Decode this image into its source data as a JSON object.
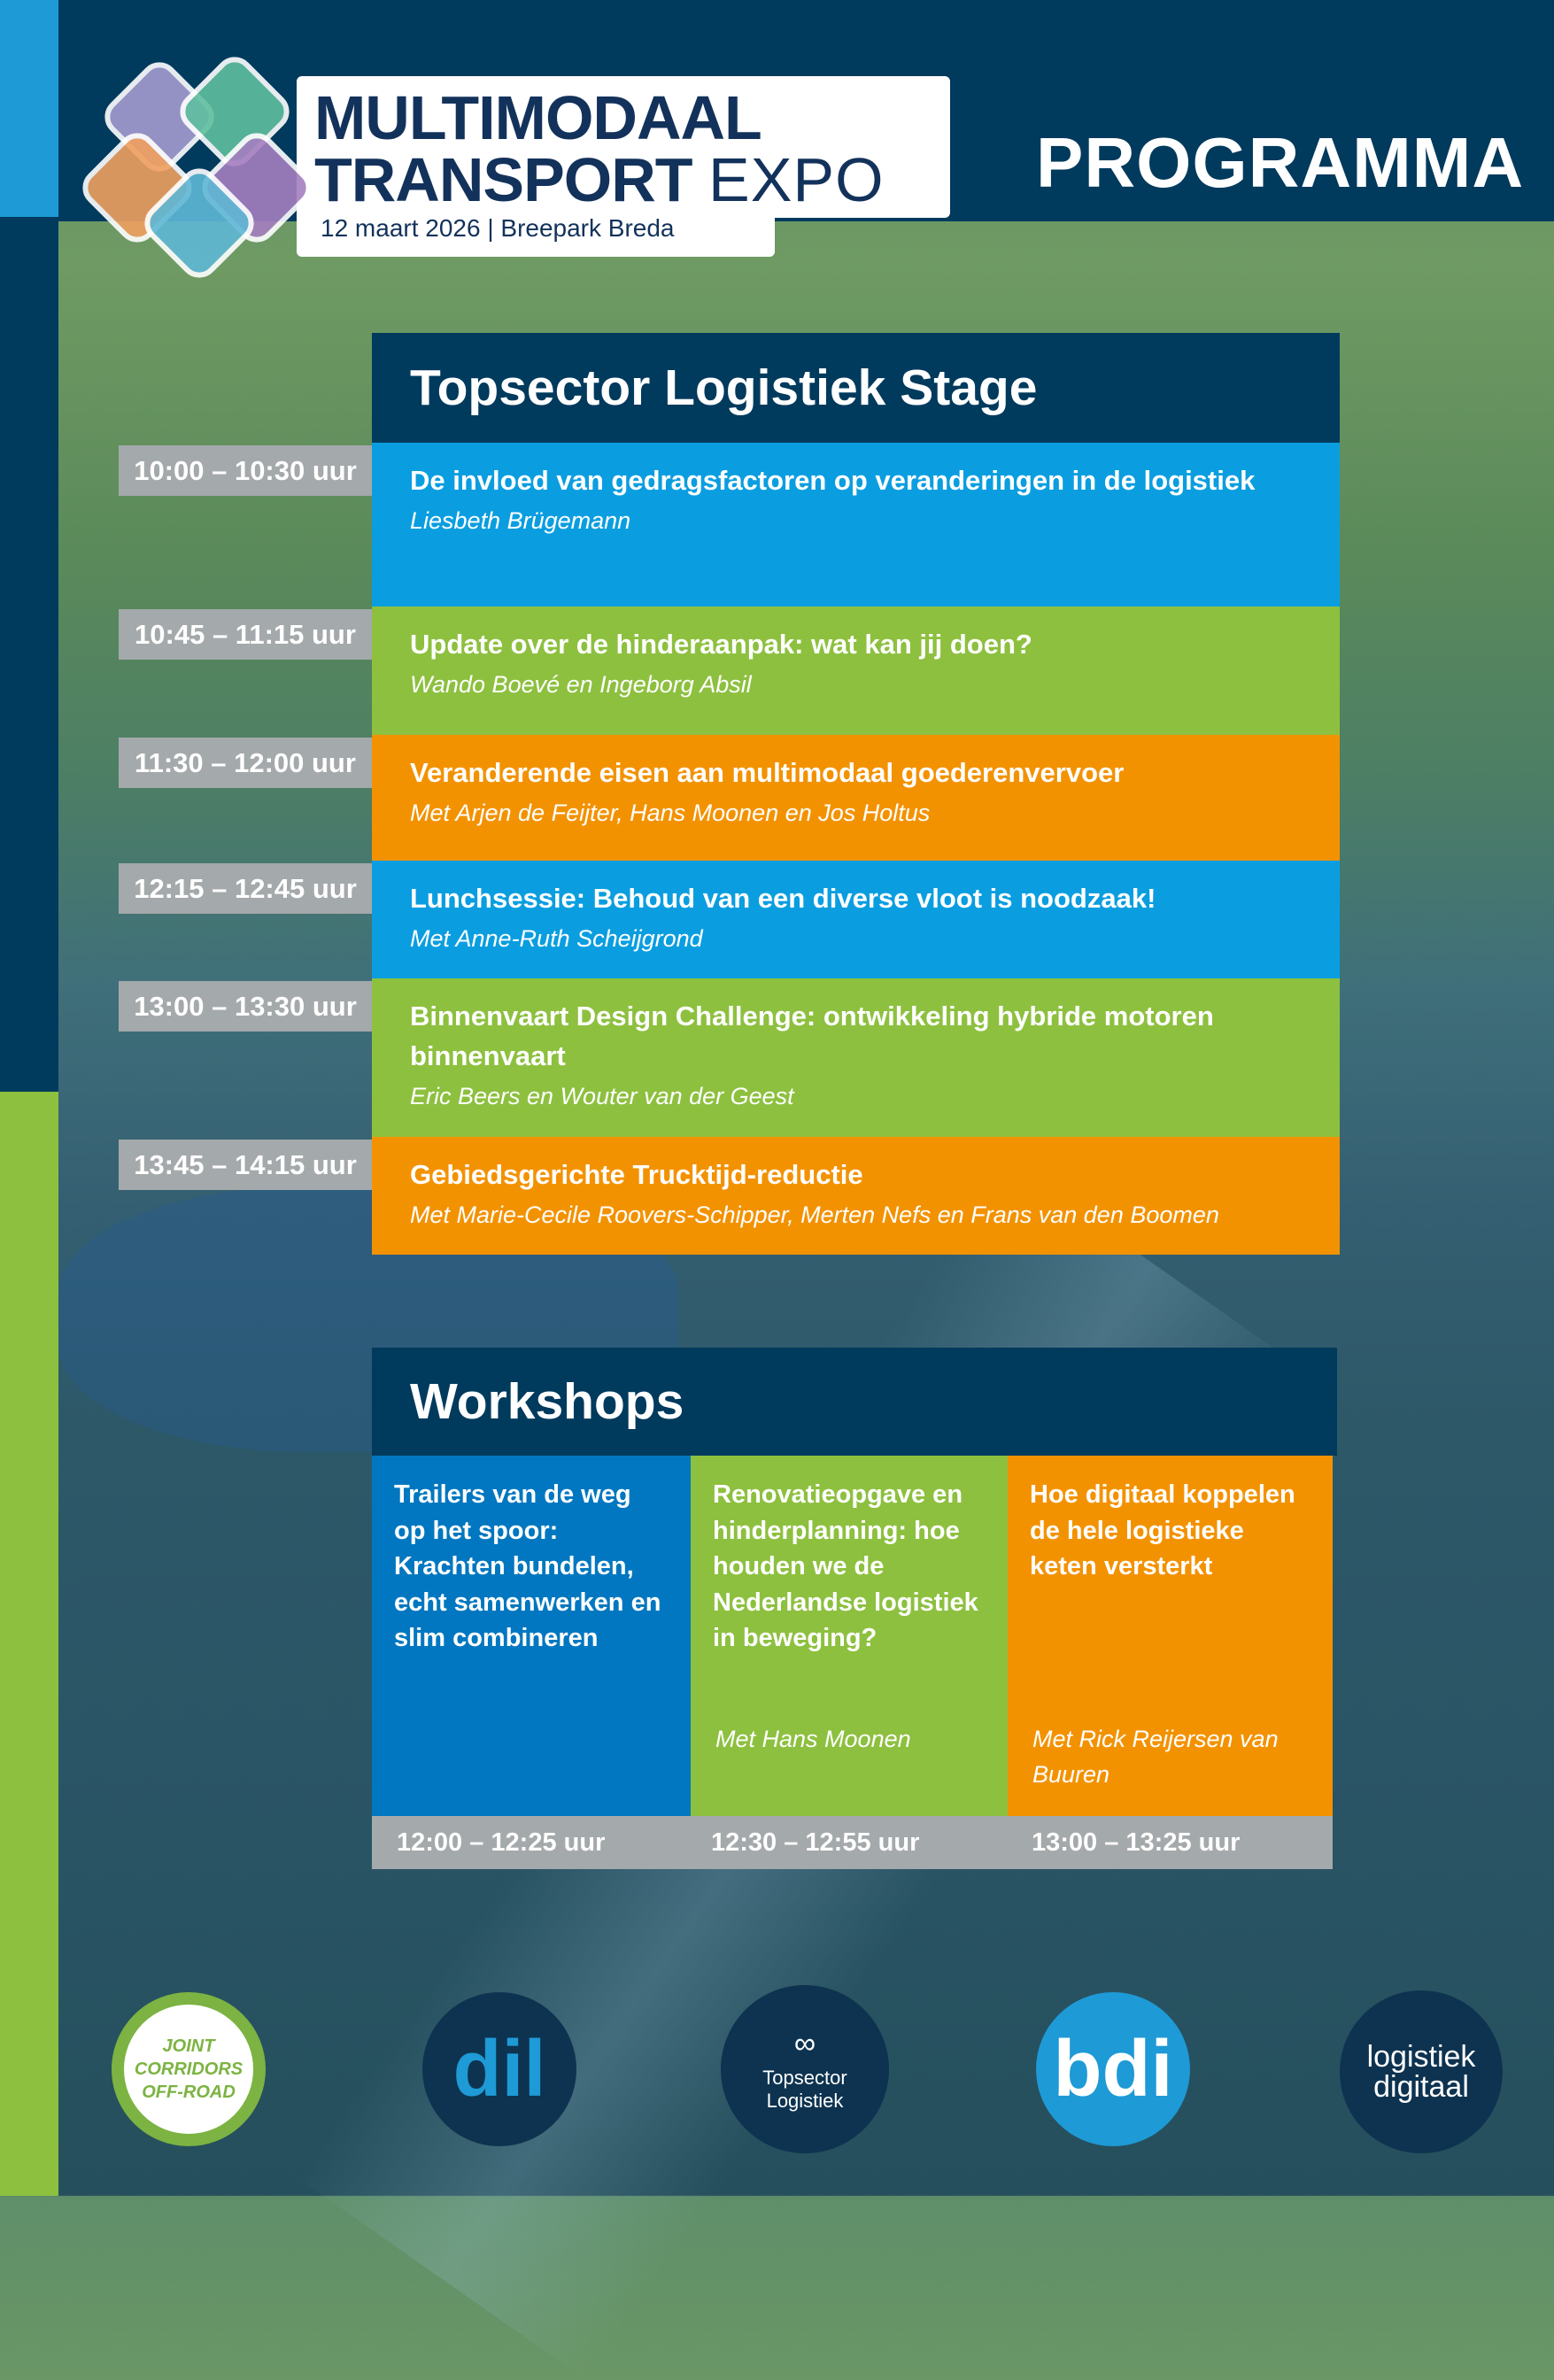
{
  "colors": {
    "navy": "#003a5d",
    "blue": "#0a9ee0",
    "green": "#8dc03f",
    "orange": "#f39200",
    "gray": "#a4a9ab",
    "workshop_blue": "#0077c0"
  },
  "logo": {
    "line1": "MULTIMODAAL",
    "line2": "TRANSPORT",
    "line3": "EXPO",
    "date": "12 maart 2026 | Breepark Breda"
  },
  "header": {
    "title": "PROGRAMMA"
  },
  "stage": {
    "title": "Topsector Logistiek Stage",
    "sessions": [
      {
        "time": "10:00 – 10:30 uur",
        "title": "De invloed van gedragsfactoren op veranderingen in de logistiek",
        "speakers": "Liesbeth Brügemann",
        "color": "blue"
      },
      {
        "time": "10:45 – 11:15 uur",
        "title": "Update over de hinderaanpak: wat kan jij doen?",
        "speakers": "Wando Boevé en Ingeborg Absil",
        "color": "green"
      },
      {
        "time": "11:30 – 12:00 uur",
        "title": "Veranderende eisen aan multimodaal goederenvervoer",
        "speakers": "Met Arjen de Feijter, Hans Moonen en Jos Holtus",
        "color": "orange"
      },
      {
        "time": "12:15 – 12:45 uur",
        "title": "Lunchsessie: Behoud van een diverse vloot is noodzaak!",
        "speakers": "Met Anne-Ruth Scheijgrond",
        "color": "blue"
      },
      {
        "time": "13:00 – 13:30 uur",
        "title": "Binnenvaart Design Challenge: ontwikkeling hybride motoren binnenvaart",
        "speakers": "Eric Beers en Wouter van der Geest",
        "color": "green"
      },
      {
        "time": "13:45 – 14:15 uur",
        "title": "Gebiedsgerichte Trucktijd-reductie",
        "speakers": "Met Marie-Cecile Roovers-Schipper, Merten Nefs en Frans van den Boomen",
        "color": "orange"
      }
    ]
  },
  "workshops": {
    "title": "Workshops",
    "items": [
      {
        "title": "Trailers van de weg op het spoor: Krachten bundelen, echt samenwerken en slim combineren",
        "speakers": "",
        "time": "12:00 – 12:25 uur"
      },
      {
        "title": "Renovatieopgave en hinderplanning: hoe houden we de Nederlandse logistiek in beweging?",
        "speakers": "Met Hans Moonen",
        "time": "12:30 – 12:55 uur"
      },
      {
        "title": "Hoe digitaal koppelen de hele logistieke keten versterkt",
        "speakers": "Met Rick Reijersen van Buuren",
        "time": "13:00 – 13:25 uur"
      }
    ]
  },
  "partners": {
    "joint": "JOINT CORRIDORS OFF-ROAD",
    "dil": "dil",
    "topsector": "Topsector Logistiek",
    "bdi": "bdi",
    "logistiek_digitaal": "logistiek digitaal"
  }
}
